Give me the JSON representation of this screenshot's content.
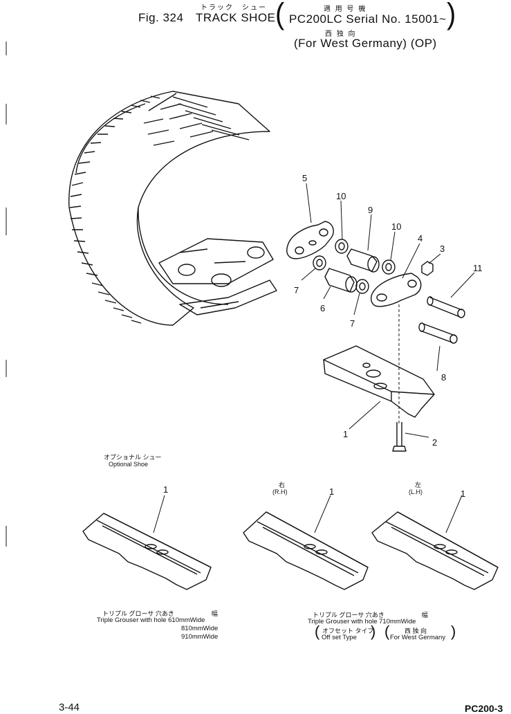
{
  "header": {
    "fig_label": "Fig. 324",
    "title_jp": "トラック　シュー",
    "title_en": "TRACK SHOE",
    "applicable_jp": "適 用 号 機",
    "serial": "PC200LC Serial No. 15001~",
    "country_jp": "西 独 向",
    "country_en": "(For West Germany) (OP)"
  },
  "callouts": {
    "c1": "1",
    "c2": "2",
    "c3": "3",
    "c4": "4",
    "c5": "5",
    "c6": "6",
    "c7a": "7",
    "c7b": "7",
    "c8": "8",
    "c9": "9",
    "c10a": "10",
    "c10b": "10",
    "c11": "11"
  },
  "optional": {
    "label_jp": "オプショナル シュー",
    "label_en": "Optional Shoe",
    "shoe_left_num": "1",
    "shoe_mid_num": "1",
    "shoe_right_num": "1",
    "rh_jp": "右",
    "rh_en": "(R.H)",
    "lh_jp": "左",
    "lh_en": "(L.H)",
    "left_caption_jp": "トリプル グローサ 穴あき　　　　　　幅",
    "left_caption_en": "Triple Grouser with hole 610mmWide",
    "left_caption_w2": "810mmWide",
    "left_caption_w3": "910mmWide",
    "right_caption_jp": "トリプル グローサ 穴あき　　　　　　幅",
    "right_caption_en": "Triple Grouser with hole 710mmWide",
    "offset_jp": "オフセット タイプ",
    "offset_en": "Off set Type",
    "westg_jp": "西 独 向",
    "westg_en": "For West Germany"
  },
  "footer": {
    "page_num": "3-44",
    "model_code": "PC200-3"
  }
}
